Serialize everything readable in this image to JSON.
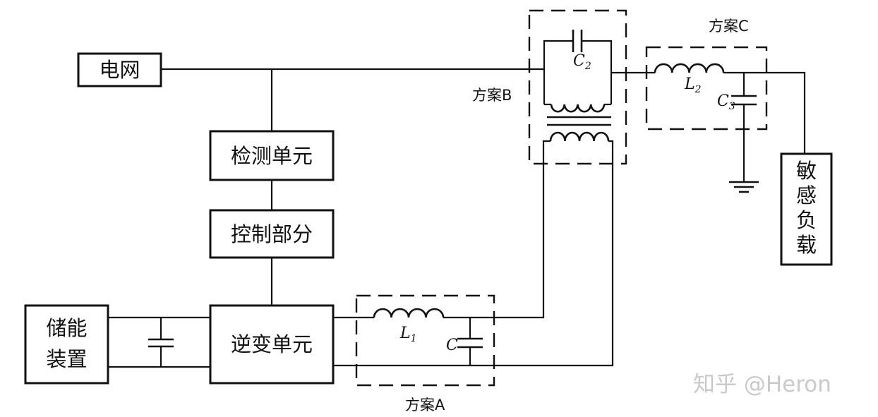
{
  "blocks": {
    "grid": "电网",
    "detection": "检测单元",
    "control": "控制部分",
    "storage_line1": "储能",
    "storage_line2": "装置",
    "inverter": "逆变单元",
    "load_line1": "敏",
    "load_line2": "感",
    "load_line3": "负",
    "load_line4": "载"
  },
  "schemes": {
    "a": "方案A",
    "b": "方案B",
    "c": "方案C"
  },
  "components": {
    "l1": {
      "symbol": "L",
      "sub": "1"
    },
    "c1": {
      "symbol": "C",
      "sub": ""
    },
    "c2": {
      "symbol": "C",
      "sub": "2"
    },
    "l2": {
      "symbol": "L",
      "sub": "2"
    },
    "c3": {
      "symbol": "C",
      "sub": "3"
    }
  },
  "watermark": "知乎 @Heron"
}
